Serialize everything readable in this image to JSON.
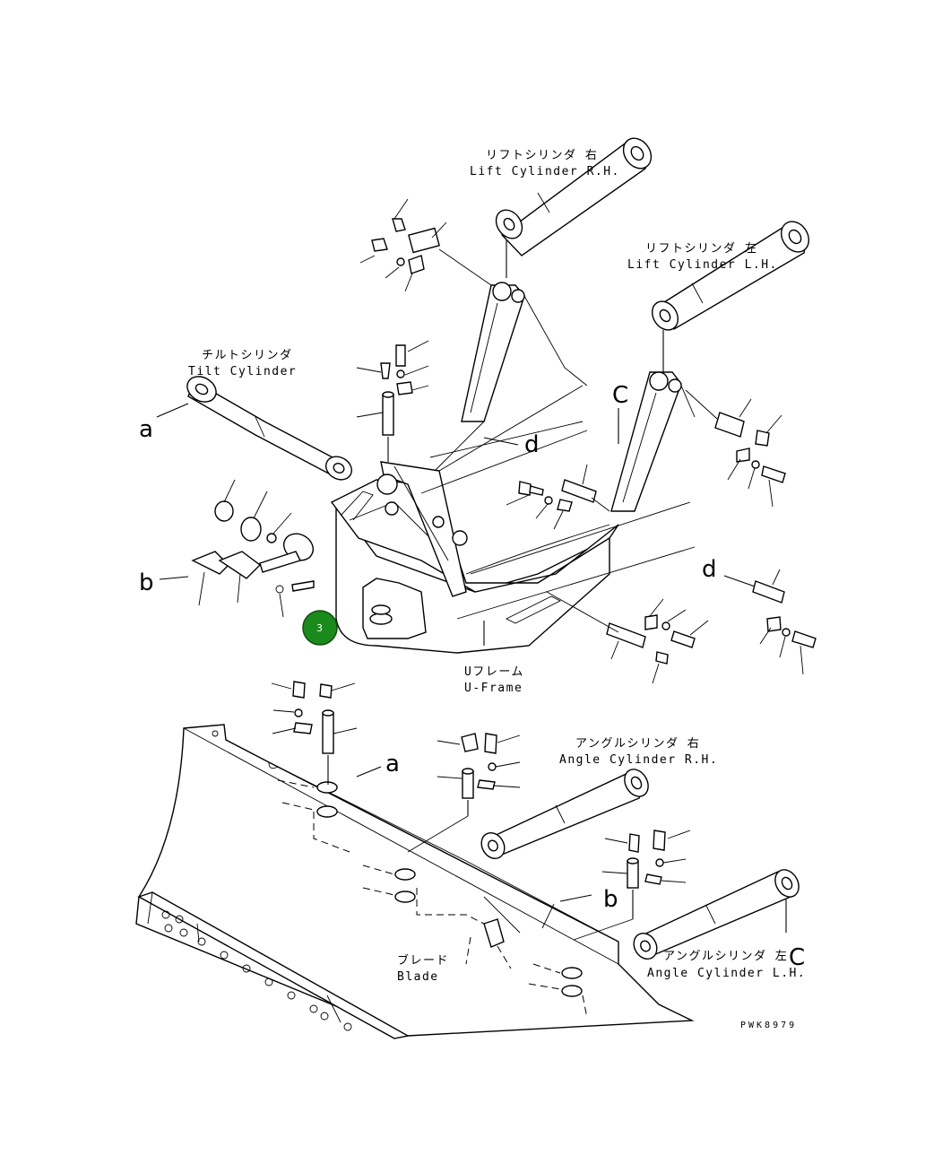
{
  "labels": {
    "lift_rh_jp": "リフトシリンダ 右",
    "lift_rh_en": "Lift Cylinder R.H.",
    "lift_lh_jp": "リフトシリンダ 左",
    "lift_lh_en": "Lift Cylinder L.H.",
    "tilt_jp": "チルトシリンダ",
    "tilt_en": "Tilt Cylinder",
    "uframe_jp": "Uフレーム",
    "uframe_en": "U-Frame",
    "angle_rh_jp": "アングルシリンダ 右",
    "angle_rh_en": "Angle Cylinder R.H.",
    "angle_lh_jp": "アングルシリンダ 左",
    "angle_lh_en": "Angle Cylinder L.H.",
    "blade_jp": "ブレード",
    "blade_en": "Blade",
    "drawing_code": "PWK8979"
  },
  "ref_letters": {
    "a": "a",
    "b": "b",
    "c": "C",
    "d": "d"
  },
  "callout": {
    "number": "3",
    "color": "#1a8a1a"
  }
}
